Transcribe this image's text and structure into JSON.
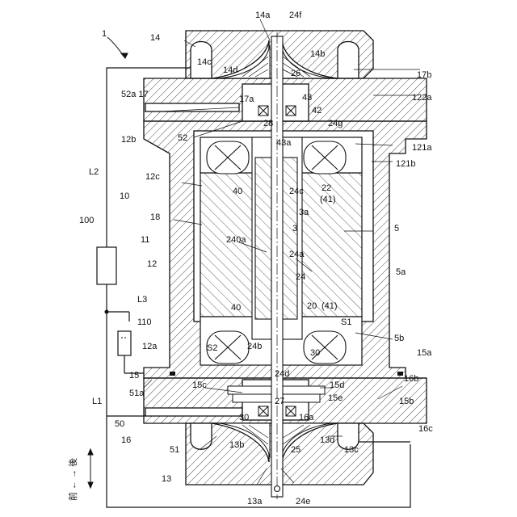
{
  "figure": {
    "axis_label": "前 ← → 後",
    "labels": [
      {
        "id": "l_1",
        "text": "1"
      },
      {
        "id": "l_14",
        "text": "14"
      },
      {
        "id": "l_14a",
        "text": "14a"
      },
      {
        "id": "l_24f",
        "text": "24f"
      },
      {
        "id": "l_14c",
        "text": "14c"
      },
      {
        "id": "l_14d",
        "text": "14d"
      },
      {
        "id": "l_26",
        "text": "26"
      },
      {
        "id": "l_14b",
        "text": "14b"
      },
      {
        "id": "l_17b",
        "text": "17b"
      },
      {
        "id": "l_122a",
        "text": "122a"
      },
      {
        "id": "l_52a",
        "text": "52a 17"
      },
      {
        "id": "l_17a",
        "text": "17a"
      },
      {
        "id": "l_28",
        "text": "28"
      },
      {
        "id": "l_43",
        "text": "43"
      },
      {
        "id": "l_42",
        "text": "42"
      },
      {
        "id": "l_24g",
        "text": "24g"
      },
      {
        "id": "l_12b",
        "text": "12b"
      },
      {
        "id": "l_52",
        "text": "52"
      },
      {
        "id": "l_43a",
        "text": "43a"
      },
      {
        "id": "l_121a",
        "text": "121a"
      },
      {
        "id": "l_121b",
        "text": "121b"
      },
      {
        "id": "l_L2",
        "text": "L2"
      },
      {
        "id": "l_12c",
        "text": "12c"
      },
      {
        "id": "l_40a",
        "text": "40"
      },
      {
        "id": "l_24c",
        "text": "24c"
      },
      {
        "id": "l_22",
        "text": "22"
      },
      {
        "id": "l_41a",
        "text": "(41)"
      },
      {
        "id": "l_10",
        "text": "10"
      },
      {
        "id": "l_18",
        "text": "18"
      },
      {
        "id": "l_3a",
        "text": "3a"
      },
      {
        "id": "l_3",
        "text": "3"
      },
      {
        "id": "l_5",
        "text": "5"
      },
      {
        "id": "l_100",
        "text": "100"
      },
      {
        "id": "l_11",
        "text": "11"
      },
      {
        "id": "l_240a",
        "text": "240a"
      },
      {
        "id": "l_24a",
        "text": "24a"
      },
      {
        "id": "l_12",
        "text": "12"
      },
      {
        "id": "l_24",
        "text": "24"
      },
      {
        "id": "l_5a",
        "text": "5a"
      },
      {
        "id": "l_L3",
        "text": "L3"
      },
      {
        "id": "l_40b",
        "text": "40"
      },
      {
        "id": "l_20",
        "text": "20"
      },
      {
        "id": "l_41b",
        "text": "(41)"
      },
      {
        "id": "l_110",
        "text": "110"
      },
      {
        "id": "l_S1",
        "text": "S1"
      },
      {
        "id": "l_S2",
        "text": "S2"
      },
      {
        "id": "l_24b",
        "text": "24b"
      },
      {
        "id": "l_30a",
        "text": "30"
      },
      {
        "id": "l_5b",
        "text": "5b"
      },
      {
        "id": "l_12a",
        "text": "12a"
      },
      {
        "id": "l_15a",
        "text": "15a"
      },
      {
        "id": "l_15",
        "text": "15"
      },
      {
        "id": "l_24d",
        "text": "24d"
      },
      {
        "id": "l_15c",
        "text": "15c"
      },
      {
        "id": "l_15d",
        "text": "15d"
      },
      {
        "id": "l_16b",
        "text": "16b"
      },
      {
        "id": "l_L1",
        "text": "L1"
      },
      {
        "id": "l_51a",
        "text": "51a"
      },
      {
        "id": "l_15e",
        "text": "15e"
      },
      {
        "id": "l_27",
        "text": "27"
      },
      {
        "id": "l_15b",
        "text": "15b"
      },
      {
        "id": "l_50",
        "text": "50"
      },
      {
        "id": "l_16a",
        "text": "16a"
      },
      {
        "id": "l_30b",
        "text": "30"
      },
      {
        "id": "l_16",
        "text": "16"
      },
      {
        "id": "l_16c",
        "text": "16c"
      },
      {
        "id": "l_51",
        "text": "51"
      },
      {
        "id": "l_13b",
        "text": "13b"
      },
      {
        "id": "l_13d",
        "text": "13d"
      },
      {
        "id": "l_25",
        "text": "25"
      },
      {
        "id": "l_13c",
        "text": "13c"
      },
      {
        "id": "l_13",
        "text": "13"
      },
      {
        "id": "l_13a",
        "text": "13a"
      },
      {
        "id": "l_24e",
        "text": "24e"
      }
    ]
  }
}
